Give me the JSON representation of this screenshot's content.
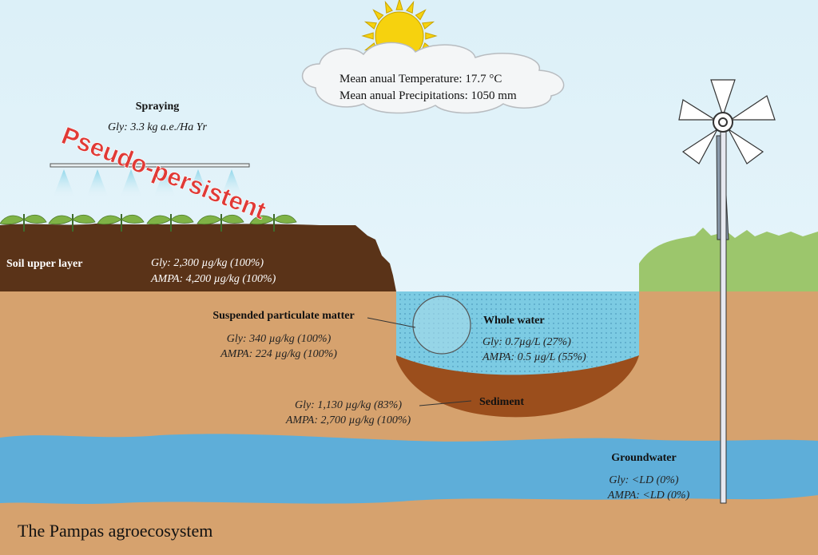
{
  "climate": {
    "temperature": "Mean anual Temperature: 17.7 °C",
    "precipitation": "Mean anual Precipitations: 1050 mm"
  },
  "spraying": {
    "title": "Spraying",
    "gly": "Gly: 3.3 kg a.e./Ha Yr"
  },
  "stamp": "Pseudo-persistent",
  "soil_upper": {
    "label": "Soil upper layer",
    "gly": "Gly: 2,300 µg/kg (100%)",
    "ampa": "AMPA: 4,200 µg/kg (100%)"
  },
  "spm": {
    "label": "Suspended particulate matter",
    "gly": "Gly: 340 µg/kg (100%)",
    "ampa": "AMPA: 224 µg/kg (100%)"
  },
  "whole_water": {
    "label": "Whole water",
    "gly": "Gly: 0.7µg/L (27%)",
    "ampa": "AMPA: 0.5 µg/L (55%)"
  },
  "sediment": {
    "label": "Sediment",
    "gly": "Gly: 1,130 µg/kg (83%)",
    "ampa": "AMPA: 2,700 µg/kg (100%)"
  },
  "groundwater": {
    "label": "Groundwater",
    "gly": "Gly: <LD (0%)",
    "ampa": "AMPA: <LD (0%)"
  },
  "title": "The Pampas agroecosystem",
  "colors": {
    "sky": "#e2f3f9",
    "soil_dark": "#5a3318",
    "ground": "#d6a26e",
    "water": "#7ccbe3",
    "sediment": "#9b4e1c",
    "groundwater": "#5eaed9",
    "grass": "#9cc66c",
    "stamp": "#e03a36",
    "sun": "#f6d20e"
  }
}
